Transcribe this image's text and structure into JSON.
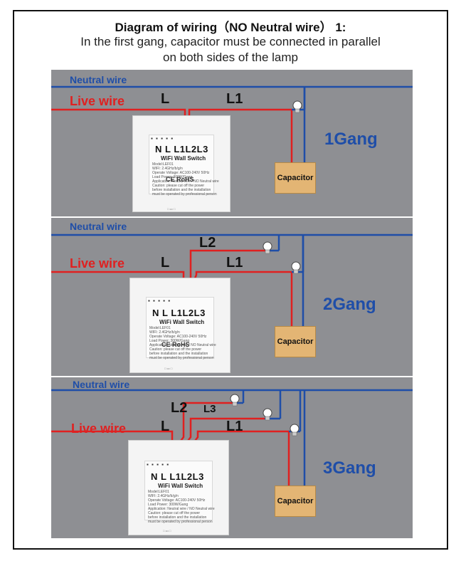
{
  "header": {
    "title": "Diagram of wiring（NO Neutral wire） 1:",
    "subtitle_line1": "In the first gang, capacitor must be connected in parallel",
    "subtitle_line2": "on both sides of the lamp"
  },
  "labels": {
    "neutral": "Neutral wire",
    "live": "Live wire",
    "L": "L",
    "L1": "L1",
    "L2": "L2",
    "L3": "L3",
    "capacitor": "Capacitor",
    "terminals": "N  L L1L2L3",
    "model": "WiFi Wall Switch",
    "specs": "Model:LEF01\nWIFI: 2.4GHz/b/g/n\nOperate Voltage: AC100-240V 50Hz\nLoad Power: 300W/Gang\nApplication: Neutral wire / NO Neutral wire\nCaution: please cut off the power\nbefore installation and the installation\nmust be operated by professional person",
    "cert": "CE  RoHS",
    "wifi_symbol": "◠",
    "bottom": "□ ••• □",
    "screw_dots": "▪ ▪ ▪ ▪ ▪"
  },
  "panels": [
    {
      "gang": "1Gang"
    },
    {
      "gang": "2Gang"
    },
    {
      "gang": "3Gang"
    }
  ],
  "colors": {
    "panel_bg": "#8e8f93",
    "neutral_wire": "#1f4ea8",
    "live_wire": "#e02020",
    "capacitor": "#e3b574",
    "lamp": "#ffffff"
  }
}
